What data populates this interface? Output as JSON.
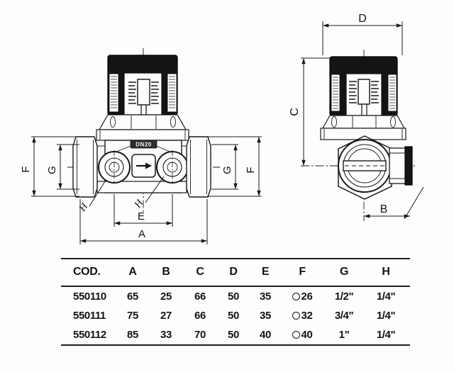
{
  "drawing": {
    "front_view": {
      "body_code": "DN20",
      "dim_labels": {
        "A": "A",
        "E": "E",
        "F": "F",
        "G": "G",
        "H": "H"
      }
    },
    "side_view": {
      "dim_labels": {
        "B": "B",
        "C": "C",
        "D": "D"
      }
    }
  },
  "table": {
    "col_headers": [
      "COD.",
      "A",
      "B",
      "C",
      "D",
      "E",
      "F",
      "G",
      "H"
    ],
    "rows": [
      [
        "550110",
        "65",
        "25",
        "66",
        "50",
        "35",
        "26",
        "1/2\"",
        "1/4\""
      ],
      [
        "550111",
        "75",
        "27",
        "66",
        "50",
        "35",
        "32",
        "3/4\"",
        "1/4\""
      ],
      [
        "550112",
        "85",
        "33",
        "70",
        "50",
        "40",
        "40",
        "1\"",
        "1/4\""
      ]
    ]
  },
  "colors": {
    "line": "#1a1a1a",
    "paper": "#fdfdfc",
    "knob": "#141414"
  }
}
